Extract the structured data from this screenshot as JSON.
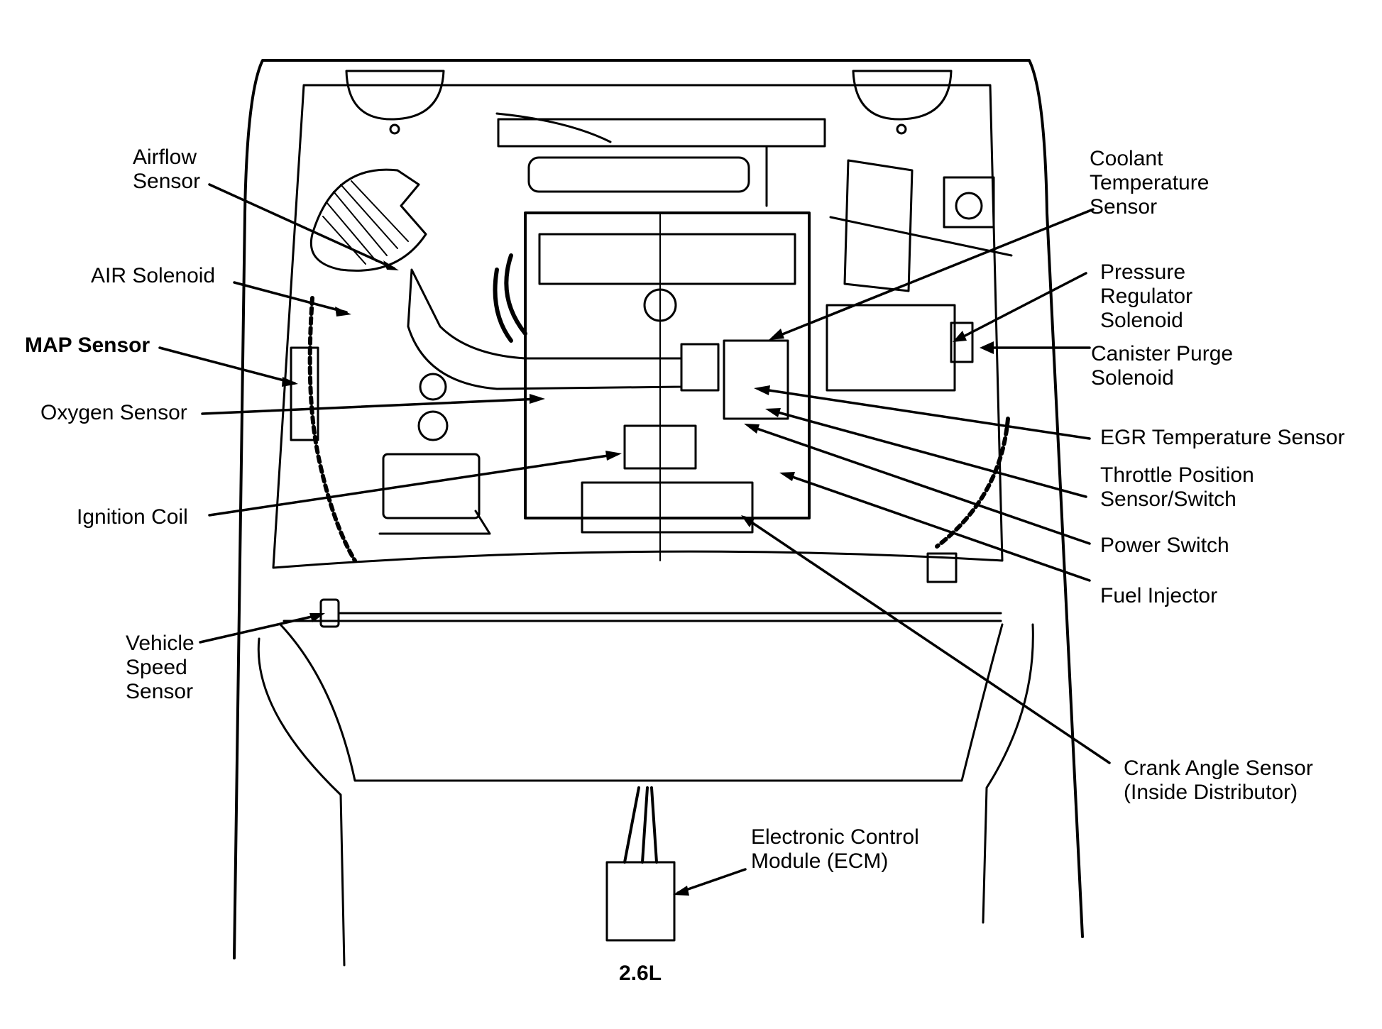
{
  "diagram": {
    "caption": "2.6L",
    "labels": {
      "airflow_sensor": "Airflow\nSensor",
      "air_solenoid": "AIR Solenoid",
      "map_sensor": "MAP Sensor",
      "oxygen_sensor": "Oxygen Sensor",
      "ignition_coil": "Ignition Coil",
      "vehicle_speed_sensor": "Vehicle\nSpeed\nSensor",
      "coolant_temperature_sensor": "Coolant\nTemperature\nSensor",
      "pressure_regulator_solenoid": "Pressure\nRegulator\nSolenoid",
      "canister_purge_solenoid": "Canister Purge\nSolenoid",
      "egr_temperature_sensor": "EGR Temperature Sensor",
      "throttle_position_sensor_switch": "Throttle Position\nSensor/Switch",
      "power_switch": "Power Switch",
      "fuel_injector": "Fuel Injector",
      "crank_angle_sensor": "Crank Angle Sensor\n(Inside Distributor)",
      "ecm": "Electronic Control\nModule (ECM)"
    },
    "colors": {
      "ink": "#000000",
      "paper": "#ffffff"
    }
  }
}
